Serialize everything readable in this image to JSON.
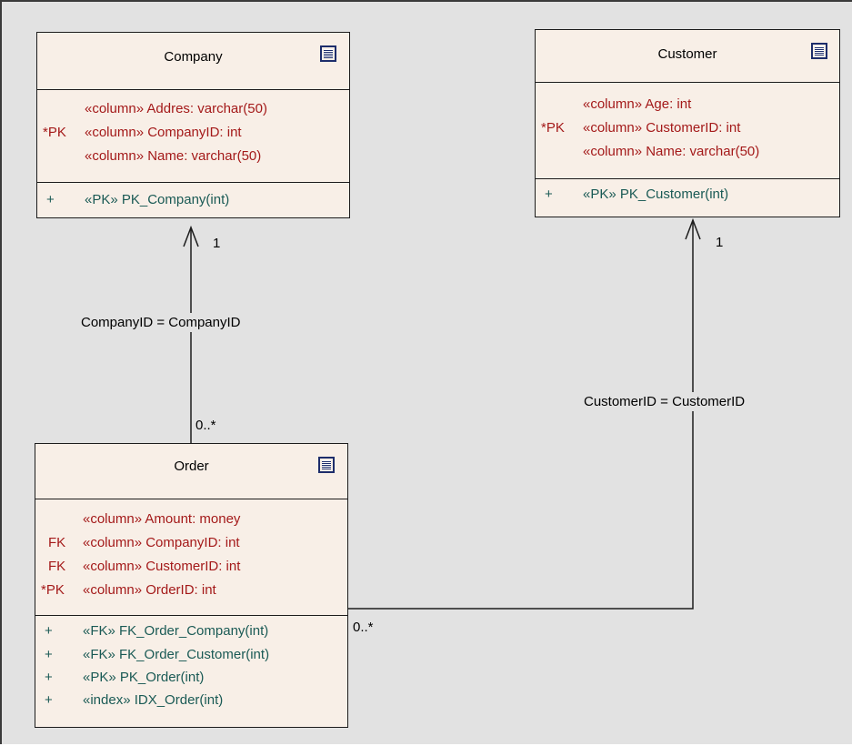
{
  "tables": {
    "company": {
      "title": "Company",
      "columns": [
        {
          "prefix": "",
          "text": "«column» Addres:  varchar(50)"
        },
        {
          "prefix": "*PK",
          "text": "«column» CompanyID:  int"
        },
        {
          "prefix": "",
          "text": "«column» Name:  varchar(50)"
        }
      ],
      "operations": [
        {
          "prefix": "+",
          "text": "«PK» PK_Company(int)"
        }
      ]
    },
    "customer": {
      "title": "Customer",
      "columns": [
        {
          "prefix": "",
          "text": "«column» Age:  int"
        },
        {
          "prefix": "*PK",
          "text": "«column» CustomerID:  int"
        },
        {
          "prefix": "",
          "text": "«column» Name:  varchar(50)"
        }
      ],
      "operations": [
        {
          "prefix": "+",
          "text": "«PK» PK_Customer(int)"
        }
      ]
    },
    "order": {
      "title": "Order",
      "columns": [
        {
          "prefix": "",
          "text": "«column» Amount:  money"
        },
        {
          "prefix": "FK",
          "text": "«column» CompanyID:  int"
        },
        {
          "prefix": "FK",
          "text": "«column» CustomerID:  int"
        },
        {
          "prefix": "*PK",
          "text": "«column» OrderID:  int"
        }
      ],
      "operations": [
        {
          "prefix": "+",
          "text": "«FK» FK_Order_Company(int)"
        },
        {
          "prefix": "+",
          "text": "«FK» FK_Order_Customer(int)"
        },
        {
          "prefix": "+",
          "text": "«PK» PK_Order(int)"
        },
        {
          "prefix": "+",
          "text": "«index» IDX_Order(int)"
        }
      ]
    }
  },
  "relationships": [
    {
      "label": "CompanyID = CompanyID",
      "source_multiplicity": "0..*",
      "target_multiplicity": "1"
    },
    {
      "label": "CustomerID = CustomerID",
      "source_multiplicity": "0..*",
      "target_multiplicity": "1"
    }
  ],
  "colors": {
    "canvas": "#e2e2e2",
    "table_fill": "#f8efe7",
    "column_text": "#a41a1a",
    "operation_text": "#1a5a55",
    "table_icon": "#1d2d6b"
  },
  "icons": {
    "table": "table-icon"
  }
}
